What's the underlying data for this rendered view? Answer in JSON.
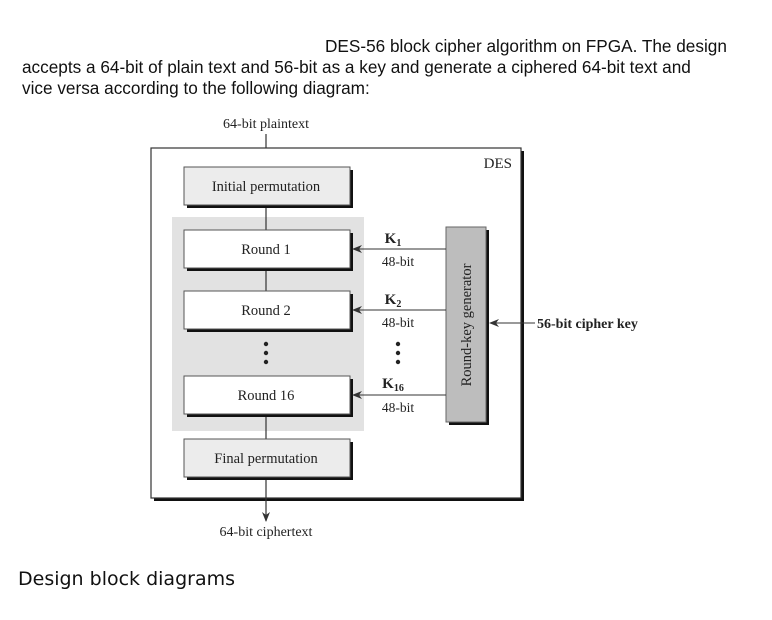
{
  "intro": {
    "line1": "DES-56 block cipher algorithm on FPGA. The design",
    "line2": "accepts a 64-bit of plain text and 56-bit as a key and generate a ciphered 64-bit text and",
    "line3": "vice versa according to the following diagram:"
  },
  "diagram": {
    "input_label": "64-bit plaintext",
    "output_label": "64-bit ciphertext",
    "container_label": "DES",
    "initial_permutation": "Initial permutation",
    "final_permutation": "Final permutation",
    "rounds": [
      {
        "label": "Round 1",
        "key": "K",
        "key_sub": "1",
        "key_size": "48-bit"
      },
      {
        "label": "Round 2",
        "key": "K",
        "key_sub": "2",
        "key_size": "48-bit"
      },
      {
        "label": "Round 16",
        "key": "K",
        "key_sub": "16",
        "key_size": "48-bit"
      }
    ],
    "ellipsis": "⋮",
    "key_generator": "Round-key generator",
    "cipher_key_label": "56-bit cipher key",
    "colors": {
      "permutation_fill": "#ececec",
      "rounds_area_fill": "#e2e2e2",
      "key_generator_fill": "#bdbdbd",
      "line": "#333333"
    }
  },
  "caption": "Design block diagrams"
}
